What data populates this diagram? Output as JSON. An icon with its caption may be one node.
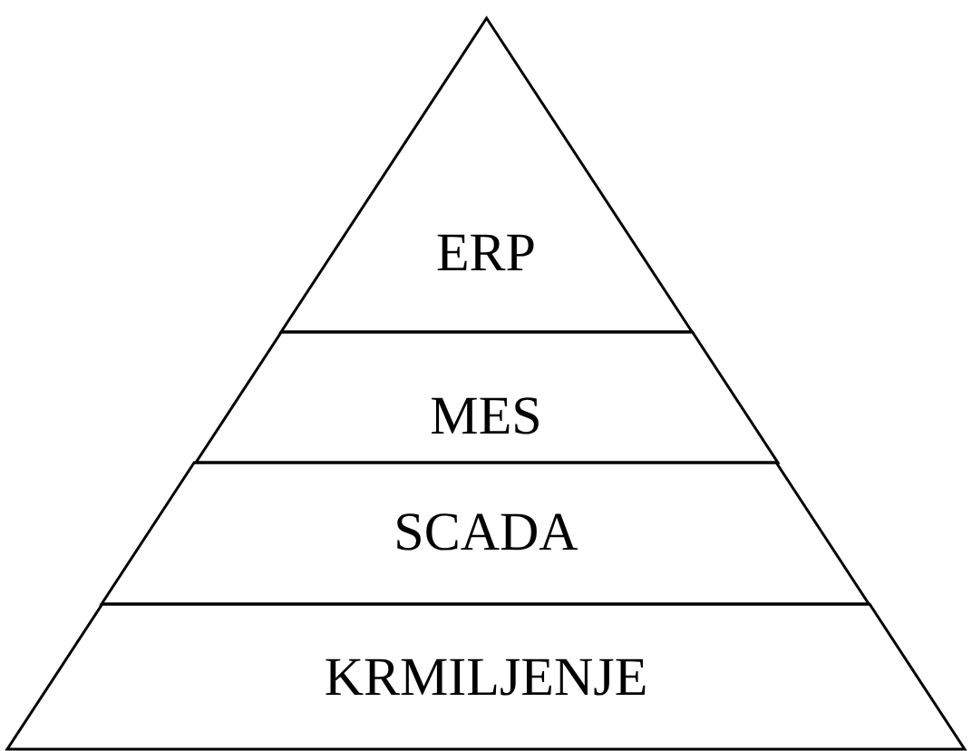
{
  "diagram": {
    "nodes": [
      {
        "text": [
          "ERP"
        ]
      },
      {
        "text": [
          "MES"
        ]
      },
      {
        "text": [
          "SCADA"
        ]
      },
      {
        "text": [
          "KRMILJENJE"
        ]
      }
    ]
  }
}
